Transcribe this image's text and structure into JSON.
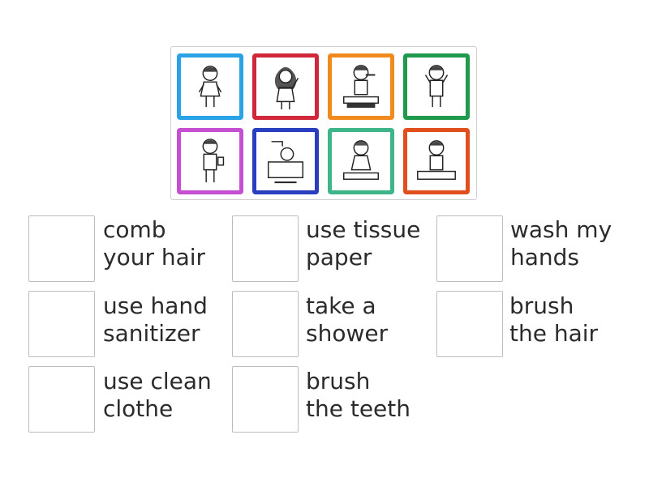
{
  "picture_tiles": [
    {
      "border": "#2aa3e6",
      "icon": "girl-standing-icon"
    },
    {
      "border": "#d0283a",
      "icon": "girl-combing-hair-icon"
    },
    {
      "border": "#f08a1c",
      "icon": "boy-brushing-teeth-icon"
    },
    {
      "border": "#1f9a4c",
      "icon": "boy-washing-face-icon"
    },
    {
      "border": "#c44fd0",
      "icon": "boy-using-sanitizer-icon"
    },
    {
      "border": "#2a3fc0",
      "icon": "child-taking-shower-icon"
    },
    {
      "border": "#3fb58a",
      "icon": "girl-using-tissue-icon"
    },
    {
      "border": "#e0501e",
      "icon": "boy-washing-hands-icon"
    }
  ],
  "answers": [
    {
      "line1": "comb",
      "line2": "your hair"
    },
    {
      "line1": "use tissue",
      "line2": "paper"
    },
    {
      "line1": "wash my",
      "line2": "hands"
    },
    {
      "line1": "use hand",
      "line2": "sanitizer"
    },
    {
      "line1": "take a",
      "line2": "shower"
    },
    {
      "line1": "brush",
      "line2": "the hair"
    },
    {
      "line1": "use clean",
      "line2": "clothe"
    },
    {
      "line1": "brush",
      "line2": "the teeth"
    }
  ]
}
